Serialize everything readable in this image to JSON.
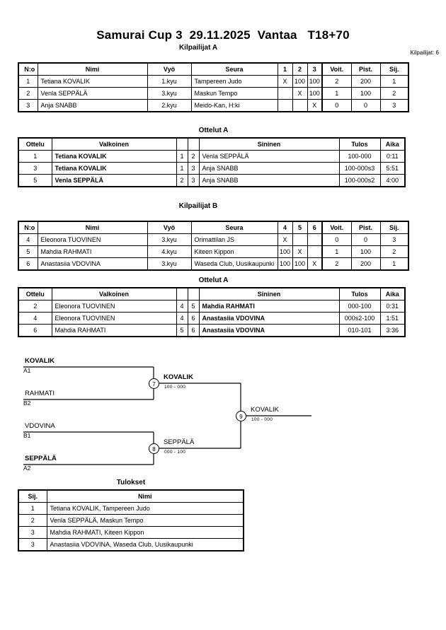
{
  "header": {
    "title": "Samurai Cup 3  29.11.2025  Vantaa   T18+70",
    "entrants_label": "Kilpailijat: 6"
  },
  "pool_a": {
    "title": "Kilpailijat A",
    "columns": [
      "N:o",
      "Nimi",
      "Vyö",
      "Seura",
      "1",
      "2",
      "3",
      "Voit.",
      "Pist.",
      "Sij."
    ],
    "rows": [
      {
        "no": "1",
        "name": "Tetiana KOVALIK",
        "belt": "1.kyu",
        "club": "Tampereen Judo",
        "m1": "X",
        "m2": "100",
        "m3": "100",
        "wins": "2",
        "points": "200",
        "rank": "1"
      },
      {
        "no": "2",
        "name": "Venla SEPPÄLÄ",
        "belt": "3.kyu",
        "club": "Maskun Tempo",
        "m1": "",
        "m2": "X",
        "m3": "100",
        "wins": "1",
        "points": "100",
        "rank": "2"
      },
      {
        "no": "3",
        "name": "Anja SNABB",
        "belt": "2.kyu",
        "club": "Meido-Kan, H:ki",
        "m1": "",
        "m2": "",
        "m3": "X",
        "wins": "0",
        "points": "0",
        "rank": "3"
      }
    ]
  },
  "matches_a": {
    "title": "Ottelut A",
    "columns": [
      "Ottelu",
      "Valkoinen",
      "",
      "",
      "Sininen",
      "Tulos",
      "Aika"
    ],
    "rows": [
      {
        "no": "1",
        "white": "Tetiana KOVALIK",
        "white_no": "1",
        "blue_no": "2",
        "blue": "Venla SEPPÄLÄ",
        "result": "100-000",
        "time": "0:11",
        "winner": "white"
      },
      {
        "no": "3",
        "white": "Tetiana KOVALIK",
        "white_no": "1",
        "blue_no": "3",
        "blue": "Anja SNABB",
        "result": "100-000s3",
        "time": "5:51",
        "winner": "white"
      },
      {
        "no": "5",
        "white": "Venla SEPPÄLÄ",
        "white_no": "2",
        "blue_no": "3",
        "blue": "Anja SNABB",
        "result": "100-000s2",
        "time": "4:00",
        "winner": "white"
      }
    ]
  },
  "pool_b": {
    "title": "Kilpailijat B",
    "columns": [
      "N:o",
      "Nimi",
      "Vyö",
      "Seura",
      "4",
      "5",
      "6",
      "Voit.",
      "Pist.",
      "Sij."
    ],
    "rows": [
      {
        "no": "4",
        "name": "Eleonora TUOVINEN",
        "belt": "3.kyu",
        "club": "Orimattilan JS",
        "m1": "X",
        "m2": "",
        "m3": "",
        "wins": "0",
        "points": "0",
        "rank": "3"
      },
      {
        "no": "5",
        "name": "Mahdia RAHMATI",
        "belt": "4.kyu",
        "club": "Kiteen Kippon",
        "m1": "100",
        "m2": "X",
        "m3": "",
        "wins": "1",
        "points": "100",
        "rank": "2"
      },
      {
        "no": "6",
        "name": "Anastasiia VDOVINA",
        "belt": "3.kyu",
        "club": "Waseda Club, Uusikaupunki",
        "m1": "100",
        "m2": "100",
        "m3": "X",
        "wins": "2",
        "points": "200",
        "rank": "1"
      }
    ]
  },
  "matches_b": {
    "title": "Ottelut A",
    "columns": [
      "Ottelu",
      "Valkoinen",
      "",
      "",
      "Sininen",
      "Tulos",
      "Aika"
    ],
    "rows": [
      {
        "no": "2",
        "white": "Eleonora TUOVINEN",
        "white_no": "4",
        "blue_no": "5",
        "blue": "Mahdia RAHMATI",
        "result": "000-100",
        "time": "0:31",
        "winner": "blue"
      },
      {
        "no": "4",
        "white": "Eleonora TUOVINEN",
        "white_no": "4",
        "blue_no": "6",
        "blue": "Anastasiia VDOVINA",
        "result": "000s2-100",
        "time": "1:51",
        "winner": "blue"
      },
      {
        "no": "6",
        "white": "Mahdia RAHMATI",
        "white_no": "5",
        "blue_no": "6",
        "blue": "Anastasiia VDOVINA",
        "result": "010-101",
        "time": "3:36",
        "winner": "blue"
      }
    ]
  },
  "bracket": {
    "entries": [
      {
        "name": "KOVALIK",
        "seed": "A1",
        "bold": true
      },
      {
        "name": "RAHMATI",
        "seed": "B2",
        "bold": false
      },
      {
        "name": "VDOVINA",
        "seed": "B1",
        "bold": false
      },
      {
        "name": "SEPPÄLÄ",
        "seed": "A2",
        "bold": true
      }
    ],
    "semifinal_1": {
      "number": "7",
      "winner": "KOVALIK",
      "score": "100 - 000",
      "bold": true
    },
    "semifinal_2": {
      "number": "8",
      "winner": "SEPPÄLÄ",
      "score": "000 - 100",
      "bold": false
    },
    "final": {
      "number": "9",
      "winner": "KOVALIK",
      "score": "100 - 000",
      "bold": false
    }
  },
  "results": {
    "title": "Tulokset",
    "columns": [
      "Sij.",
      "Nimi"
    ],
    "rows": [
      {
        "rank": "1",
        "name": "Tetiana KOVALIK, Tampereen Judo"
      },
      {
        "rank": "2",
        "name": "Venla SEPPÄLÄ, Maskun Tempo"
      },
      {
        "rank": "3",
        "name": "Mahdia RAHMATI, Kiteen Kippon"
      },
      {
        "rank": "3",
        "name": "Anastasiia VDOVINA, Waseda Club, Uusikaupunki"
      }
    ]
  }
}
